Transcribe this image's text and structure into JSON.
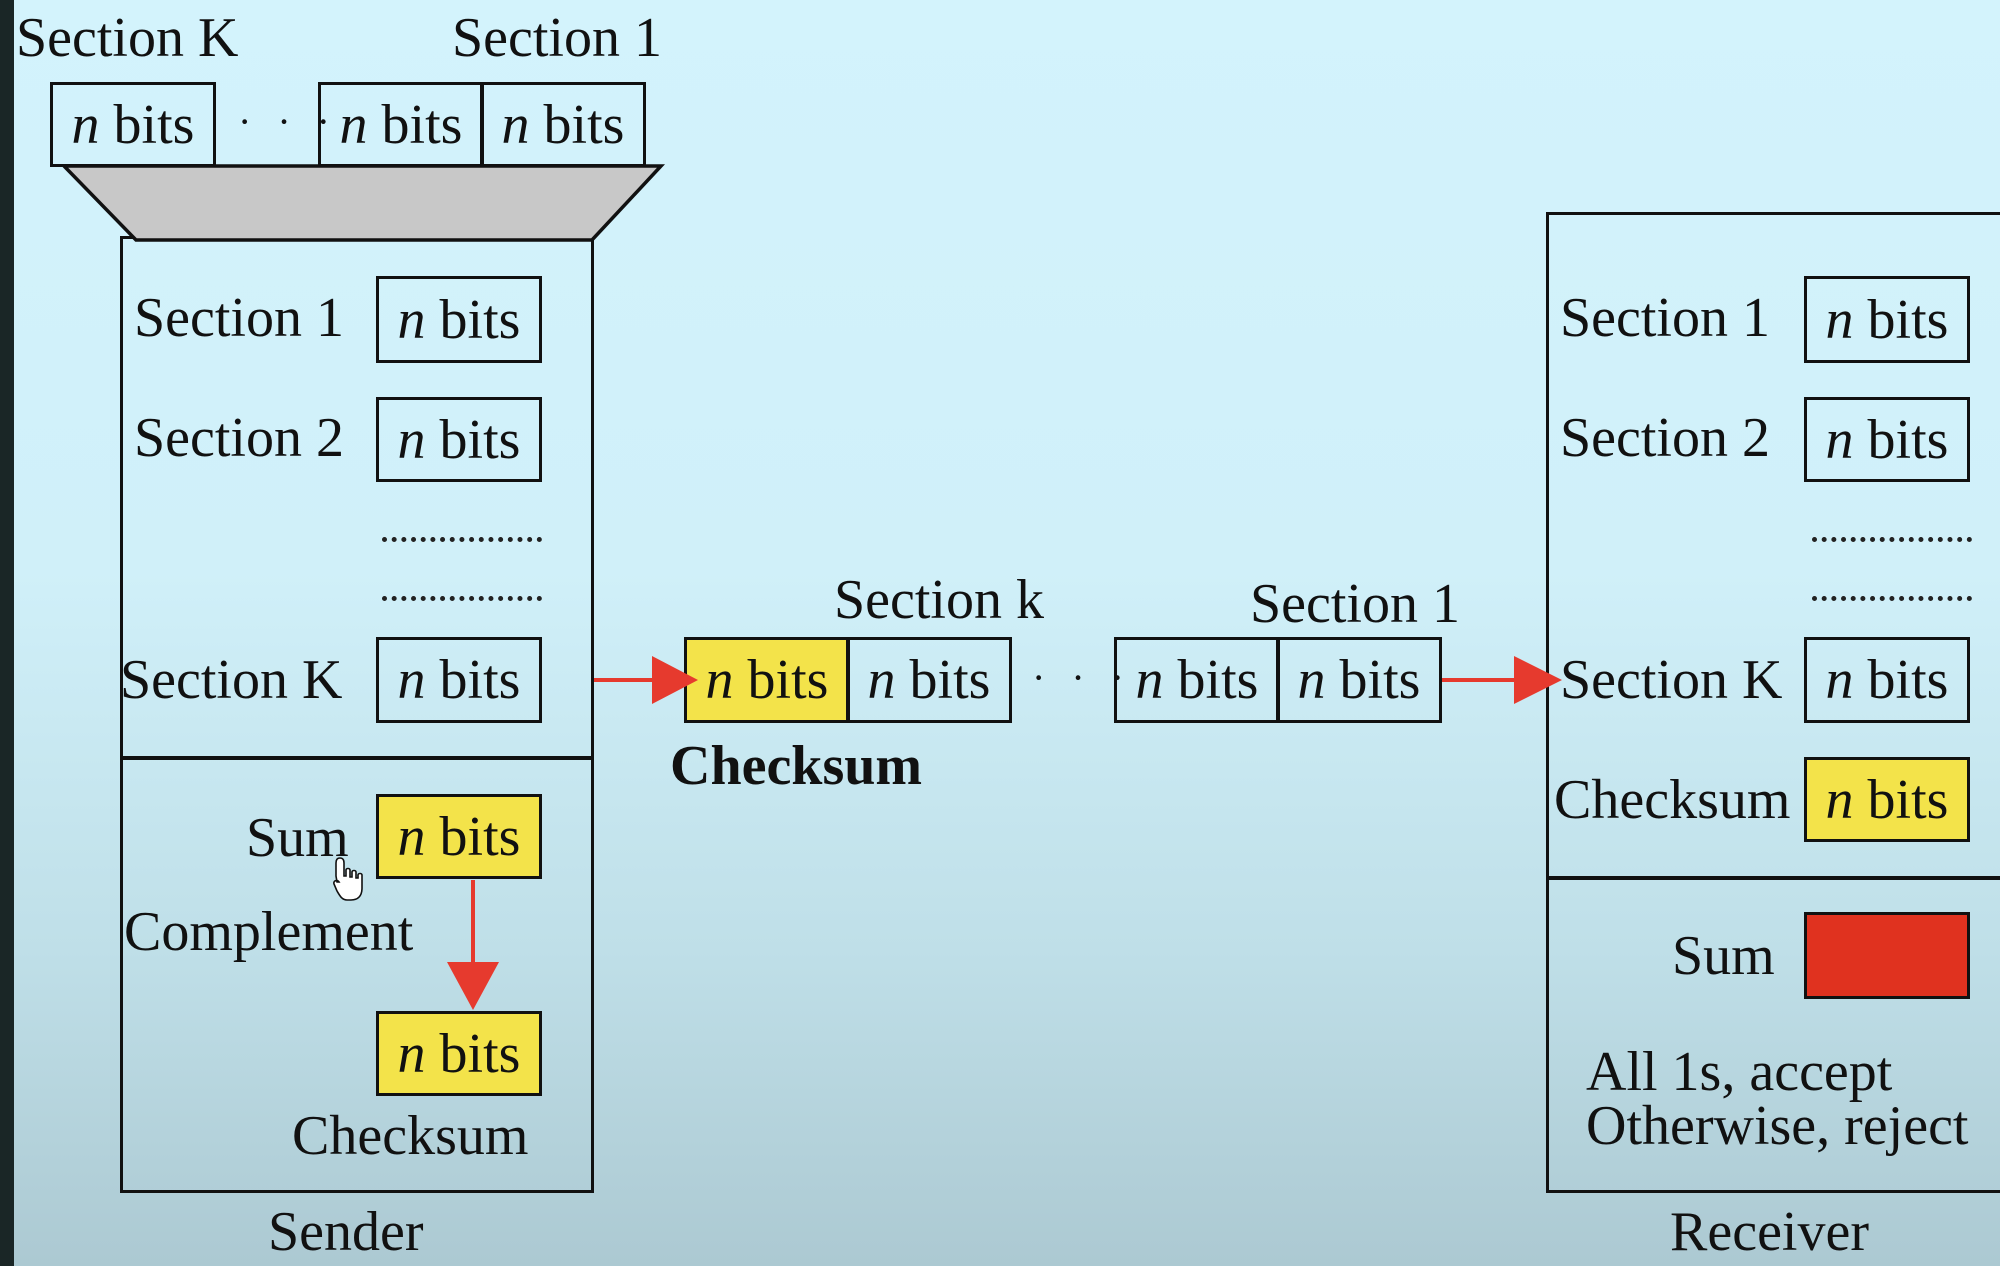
{
  "nbits": {
    "n": "n",
    "bits": "bits"
  },
  "ellipsis": "· · ·",
  "top": {
    "section_k": "Section K",
    "section_1": "Section 1"
  },
  "sender": {
    "rows": [
      {
        "label": "Section 1"
      },
      {
        "label": "Section 2"
      },
      {
        "label": "Section K"
      }
    ],
    "sum_label": "Sum",
    "complement_label": "Complement",
    "checksum_label": "Checksum",
    "caption": "Sender"
  },
  "transmission": {
    "section_k": "Section k",
    "section_1": "Section 1",
    "checksum_label": "Checksum"
  },
  "receiver": {
    "rows": [
      {
        "label": "Section 1"
      },
      {
        "label": "Section 2"
      },
      {
        "label": "Section K"
      },
      {
        "label": "Checksum"
      }
    ],
    "sum_label": "Sum",
    "rule_line1": "All 1s, accept",
    "rule_line2": "Otherwise, reject",
    "caption": "Receiver"
  },
  "colors": {
    "checksum_fill": "#f3e34a",
    "sum_result_fill": "#e0321f",
    "arrow": "#e63a2e",
    "funnel_fill": "#c8c8c8"
  }
}
